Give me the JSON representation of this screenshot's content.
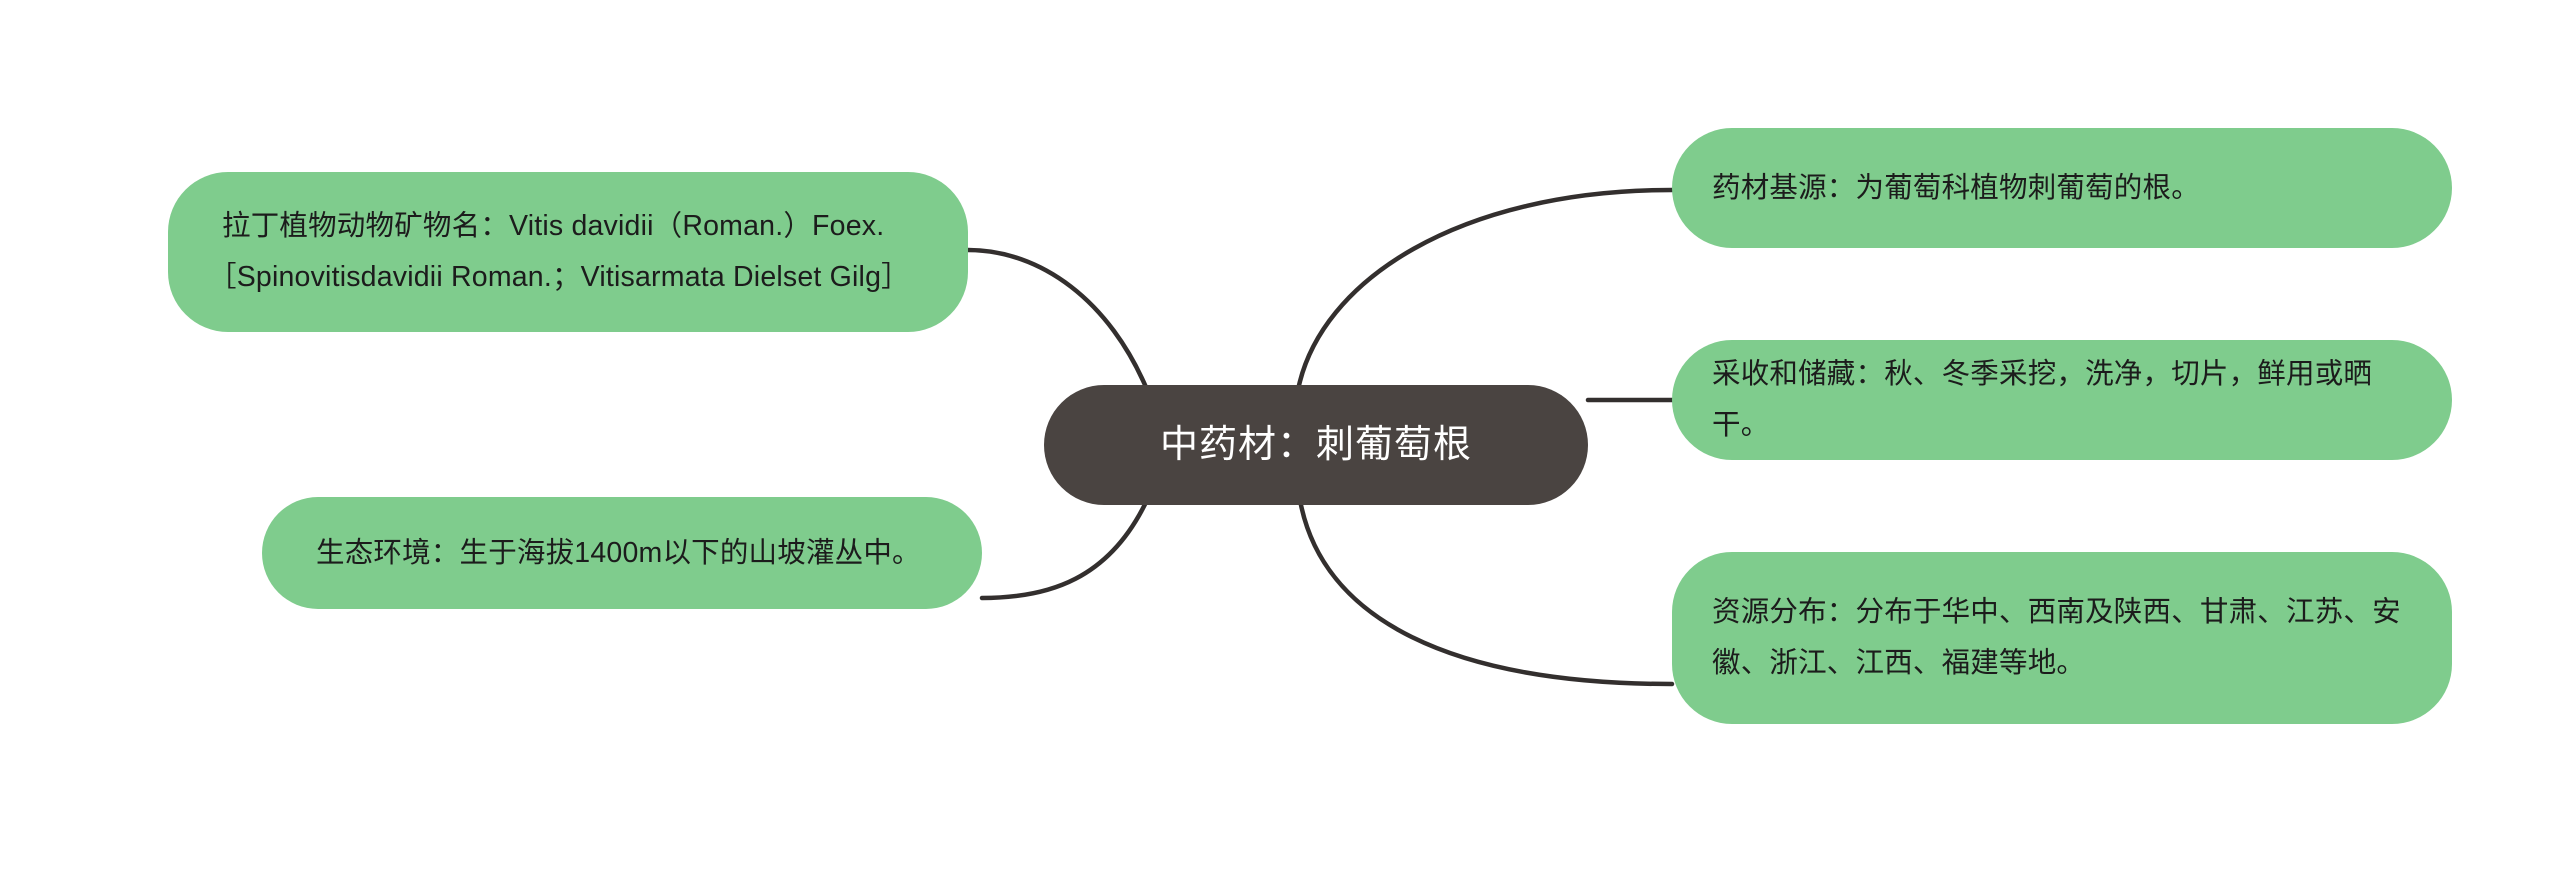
{
  "diagram": {
    "type": "mindmap",
    "background_color": "#ffffff",
    "root": {
      "label": "中药材：刺葡萄根",
      "fill_color": "#4a4441",
      "text_color": "#ffffff"
    },
    "branch_style": {
      "fill_color": "#7fcc8d",
      "text_color": "#1c1c1c",
      "edge_color": "#332f2e"
    },
    "branches": [
      {
        "id": "latin-name",
        "side": "left",
        "label": "拉丁植物动物矿物名：Vitis davidii（Roman.）Foex.［Spinovitisdavidii Roman.；Vitisarmata Dielset Gilg］"
      },
      {
        "id": "ecology",
        "side": "left",
        "label": "生态环境：生于海拔1400m以下的山坡灌丛中。"
      },
      {
        "id": "source",
        "side": "right",
        "label": "药材基源：为葡萄科植物刺葡萄的根。"
      },
      {
        "id": "harvest",
        "side": "right",
        "label": "采收和储藏：秋、冬季采挖，洗净，切片，鲜用或晒干。"
      },
      {
        "id": "distribution",
        "side": "right",
        "label": "资源分布：分布于华中、西南及陕西、甘肃、江苏、安徽、浙江、江西、福建等地。"
      }
    ]
  }
}
